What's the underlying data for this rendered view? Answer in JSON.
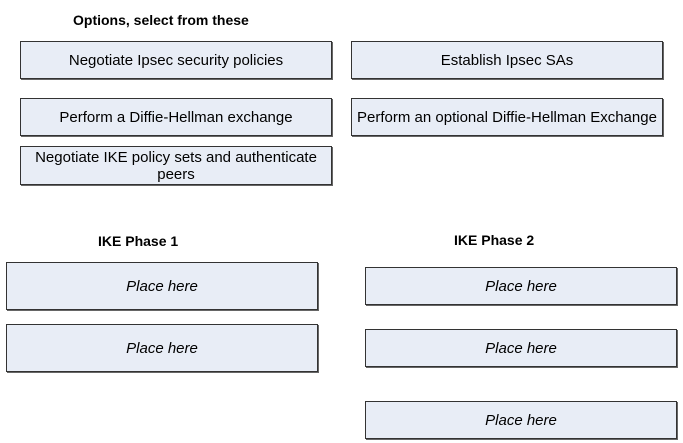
{
  "options_heading": "Options, select from these",
  "options": [
    "Negotiate Ipsec security policies",
    "Establish Ipsec SAs",
    "Perform a Diffie-Hellman exchange",
    "Perform an optional Diffie-Hellman Exchange",
    "Negotiate IKE policy sets and authenticate peers"
  ],
  "phase1": {
    "title": "IKE Phase 1",
    "slots": [
      "Place here",
      "Place here"
    ]
  },
  "phase2": {
    "title": "IKE Phase 2",
    "slots": [
      "Place here",
      "Place here",
      "Place here"
    ]
  },
  "colors": {
    "box_fill": "#e8edf6",
    "box_border": "#333333"
  }
}
